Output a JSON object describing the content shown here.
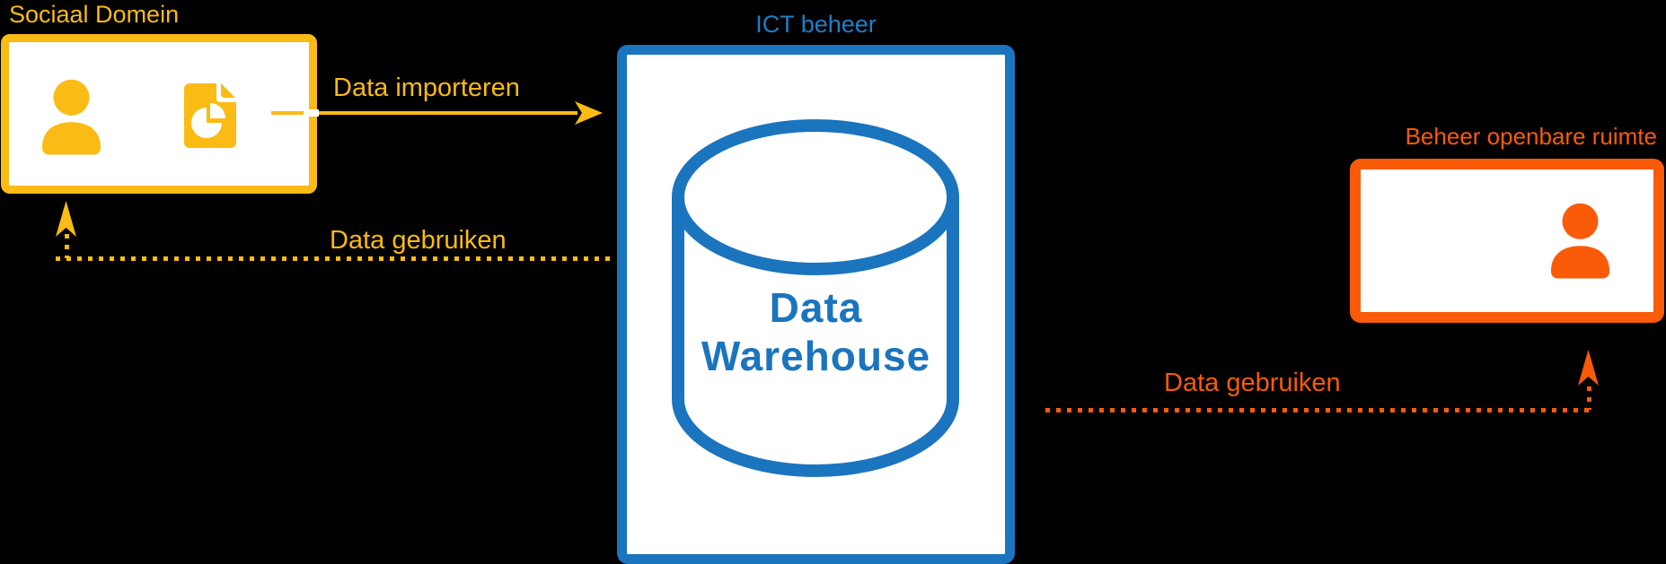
{
  "colors": {
    "yellow": "#FBBB15",
    "blue": "#1B74BE",
    "blue_light": "#1E7EC9",
    "orange": "#F95B09",
    "background": "#000000",
    "box_fill": "#FFFFFF"
  },
  "nodes": {
    "sociaal_domein": {
      "title": "Sociaal Domein",
      "icons": [
        "person-icon",
        "pie-chart-document-icon"
      ]
    },
    "ict_beheer": {
      "title": "ICT beheer",
      "database_label_line1": "Data",
      "database_label_line2": "Warehouse",
      "icons": [
        "database-cylinder-icon"
      ]
    },
    "beheer_openbare_ruimte": {
      "title": "Beheer openbare ruimte",
      "icons": [
        "person-icon"
      ]
    }
  },
  "flows": {
    "data_importeren": {
      "label": "Data importeren",
      "from": "sociaal_domein",
      "to": "ict_beheer",
      "line_style": "solid",
      "arrow_direction": "right"
    },
    "data_gebruiken_links": {
      "label": "Data gebruiken",
      "from": "ict_beheer",
      "to": "sociaal_domein",
      "line_style": "dotted",
      "arrow_direction": "up"
    },
    "data_gebruiken_rechts": {
      "label": "Data gebruiken",
      "from": "ict_beheer",
      "to": "beheer_openbare_ruimte",
      "line_style": "dotted",
      "arrow_direction": "up"
    }
  }
}
